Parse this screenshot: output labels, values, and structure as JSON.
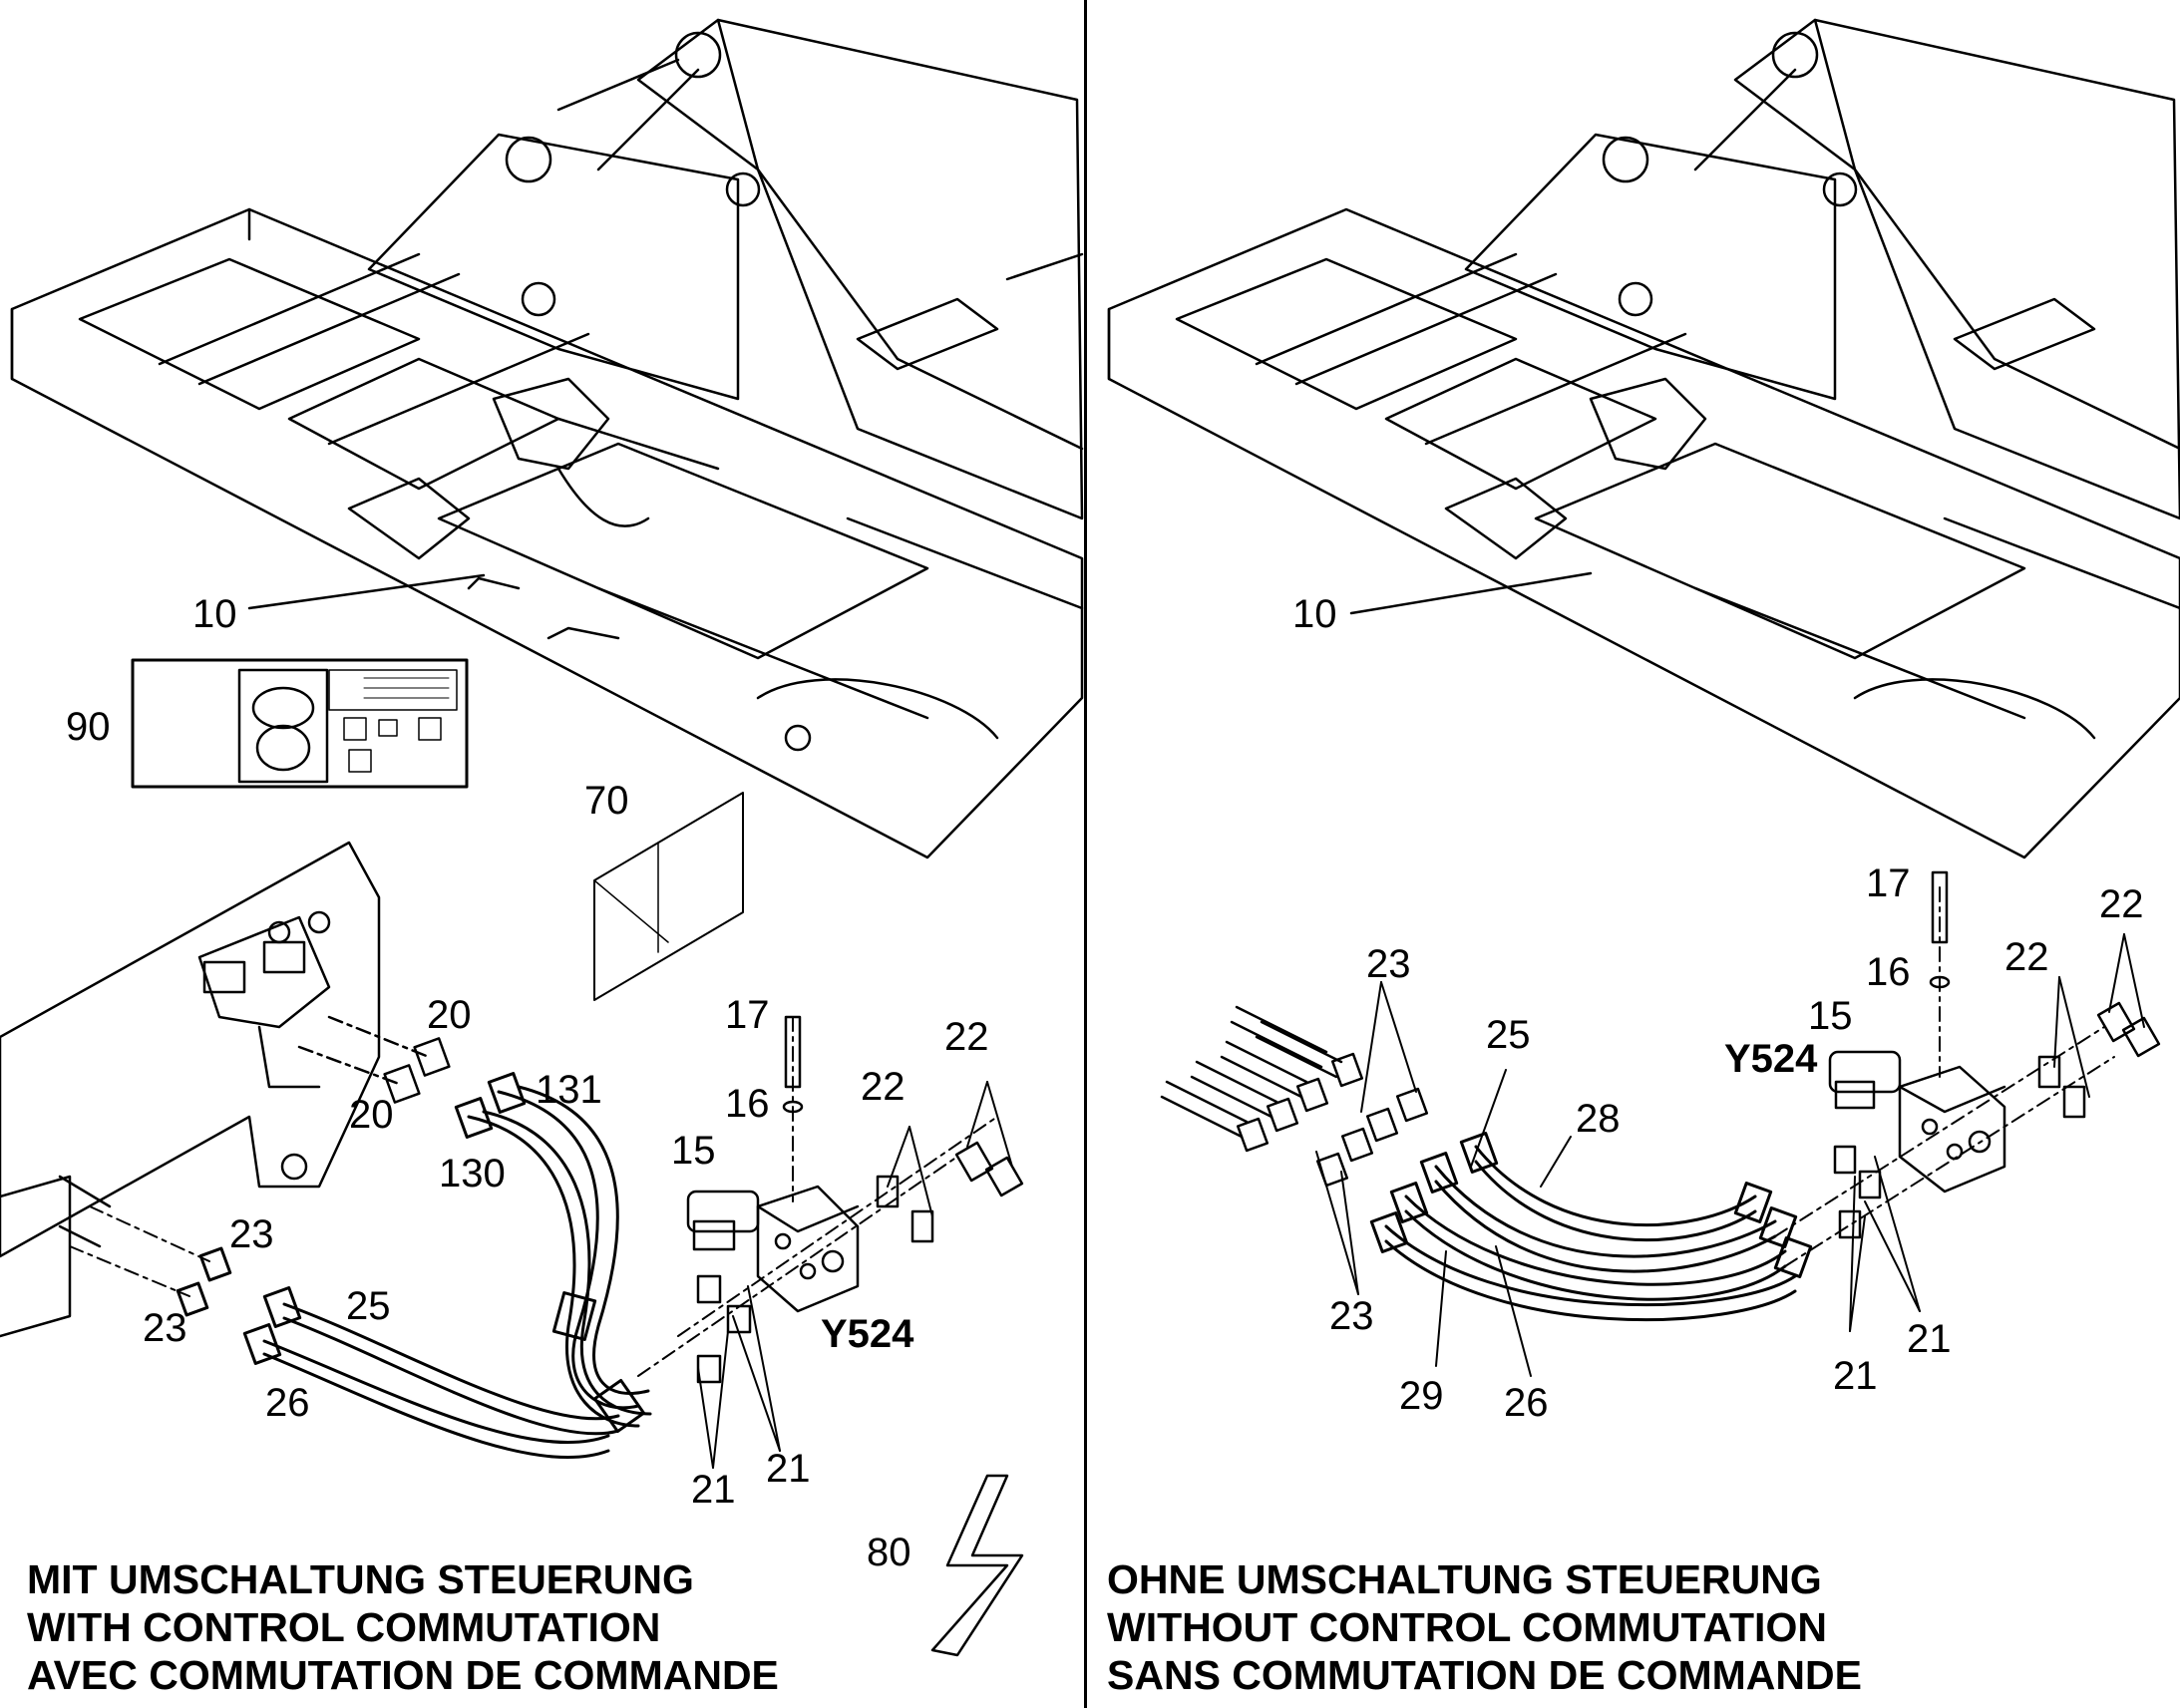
{
  "left_panel": {
    "callouts": {
      "c10": "10",
      "c90": "90",
      "c70": "70",
      "c20a": "20",
      "c20b": "20",
      "c131": "131",
      "c130": "130",
      "c17": "17",
      "c16": "16",
      "c15": "15",
      "c22a": "22",
      "c22b": "22",
      "c23a": "23",
      "c23b": "23",
      "c25": "25",
      "c26": "26",
      "c21a": "21",
      "c21b": "21",
      "c80": "80"
    },
    "connector_label": "Y524",
    "caption": [
      "MIT UMSCHALTUNG STEUERUNG",
      "WITH CONTROL COMMUTATION",
      "AVEC COMMUTATION DE COMMANDE"
    ]
  },
  "right_panel": {
    "callouts": {
      "c10": "10",
      "c17": "17",
      "c16": "16",
      "c15": "15",
      "c22a": "22",
      "c22b": "22",
      "c23a": "23",
      "c23b": "23",
      "c25": "25",
      "c28": "28",
      "c29": "29",
      "c26": "26",
      "c21a": "21",
      "c21b": "21"
    },
    "connector_label": "Y524",
    "caption": [
      "OHNE UMSCHALTUNG STEUERUNG",
      "WITHOUT CONTROL COMMUTATION",
      "SANS COMMUTATION DE COMMANDE"
    ]
  }
}
